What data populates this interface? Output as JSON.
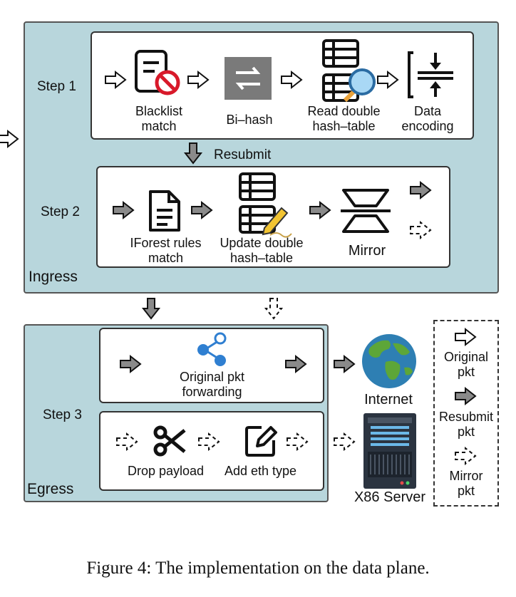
{
  "ingress": {
    "label": "Ingress",
    "step1": {
      "label": "Step 1",
      "blacklist": "Blacklist\nmatch",
      "bihash": "Bi–hash",
      "read_table": "Read double\nhash–table",
      "encoding": "Data\nencoding"
    },
    "resubmit": "Resubmit",
    "step2": {
      "label": "Step 2",
      "iforest": "IForest rules\nmatch",
      "update_table": "Update double\nhash–table",
      "mirror": "Mirror"
    }
  },
  "egress": {
    "label": "Egress",
    "step3": {
      "label": "Step 3",
      "forwarding": "Original pkt\nforwarding",
      "drop_payload": "Drop payload",
      "add_eth": "Add eth type"
    }
  },
  "destinations": {
    "internet": "Internet",
    "server": "X86 Server"
  },
  "legend": {
    "original": "Original\npkt",
    "resubmit": "Resubmit\npkt",
    "mirror": "Mirror\npkt"
  },
  "caption": "Figure 4: The implementation on the data plane.",
  "colors": {
    "panel": "#b8d6dc",
    "arrow_fill": "#8a8a8a",
    "globe_ocean": "#2e7fb3",
    "globe_land": "#5da638",
    "node_blue": "#2f7fd1"
  }
}
